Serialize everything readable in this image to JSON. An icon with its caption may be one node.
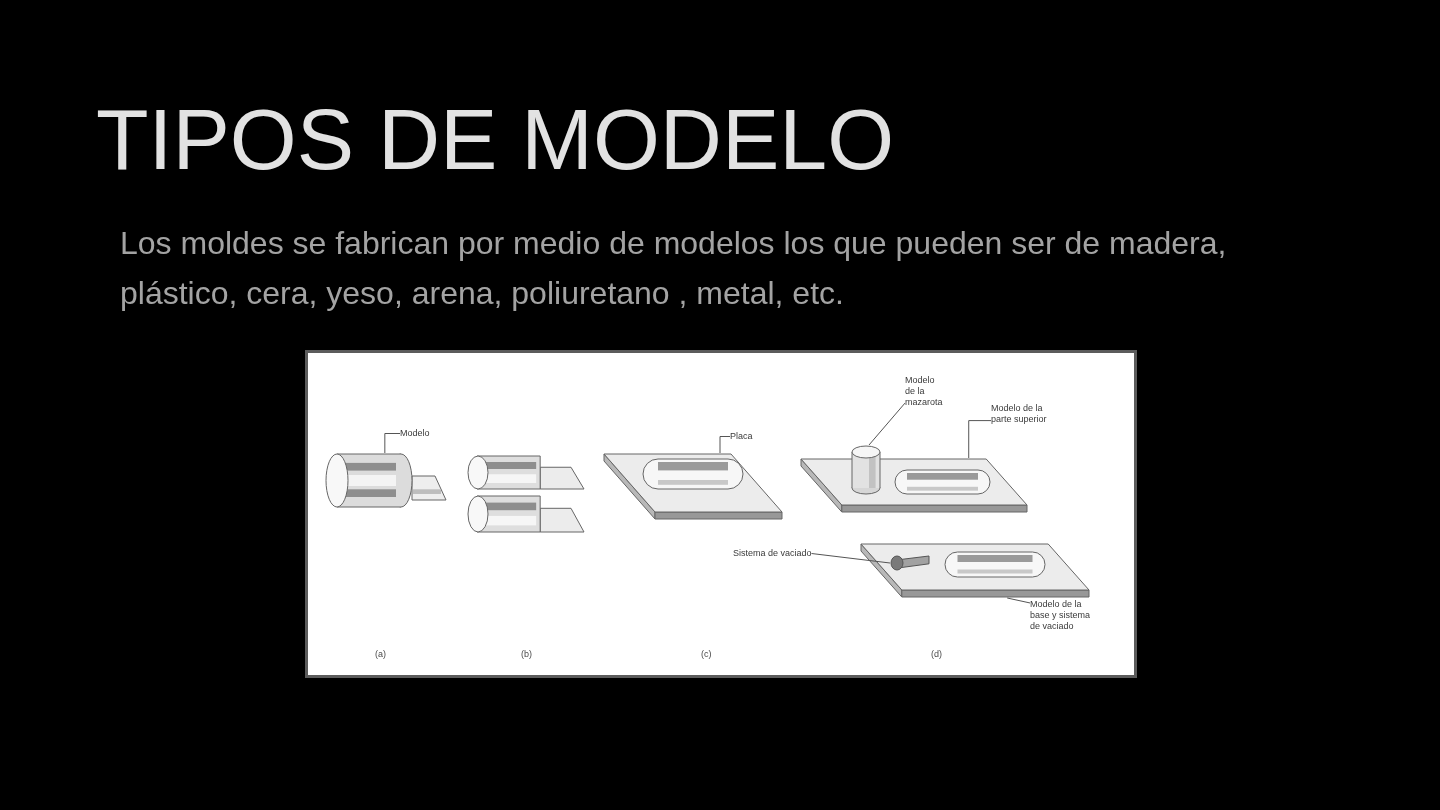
{
  "diagram": {
    "title": "TIPOS DE MODELO",
    "nodes": [
      {
        "text": [
          "Modelo"
        ]
      },
      {
        "text": [],
        "shape": "cylinder"
      },
      {
        "text": [
          "Placa"
        ]
      },
      {
        "text": [],
        "shape": "plate"
      },
      {
        "text": [
          "Modelo de la mazarota"
        ]
      },
      {
        "text": [],
        "shape": "cylinder"
      },
      {
        "text": [
          "Modelo de la parte superior"
        ]
      },
      {
        "text": [],
        "shape": "plate"
      },
      {
        "text": [
          "Sistema de vaciado"
        ]
      },
      {
        "text": [],
        "shape": "plate"
      },
      {
        "text": [],
        "shape": "channel",
        "in": 9
      },
      {
        "text": [
          "Modelo de la base y sistema de vaciado"
        ]
      }
    ],
    "edges": [
      {
        "from": 0,
        "to": 1,
        "arrow": "none"
      },
      {
        "from": 2,
        "to": 3,
        "arrow": "none"
      },
      {
        "from": 4,
        "to": 5,
        "arrow": "none"
      },
      {
        "from": 6,
        "to": 7,
        "arrow": "none"
      },
      {
        "from": 8,
        "to": 10,
        "arrow": "none"
      },
      {
        "from": 11,
        "to": 9,
        "arrow": "none"
      }
    ],
    "labels": [
      "Los moldes se fabrican por medio de modelos los que pueden ser de madera, plástico, cera, yeso, arena, poliuretano , metal, etc.",
      "(a)",
      "(b)",
      "(c)",
      "(d)"
    ]
  }
}
